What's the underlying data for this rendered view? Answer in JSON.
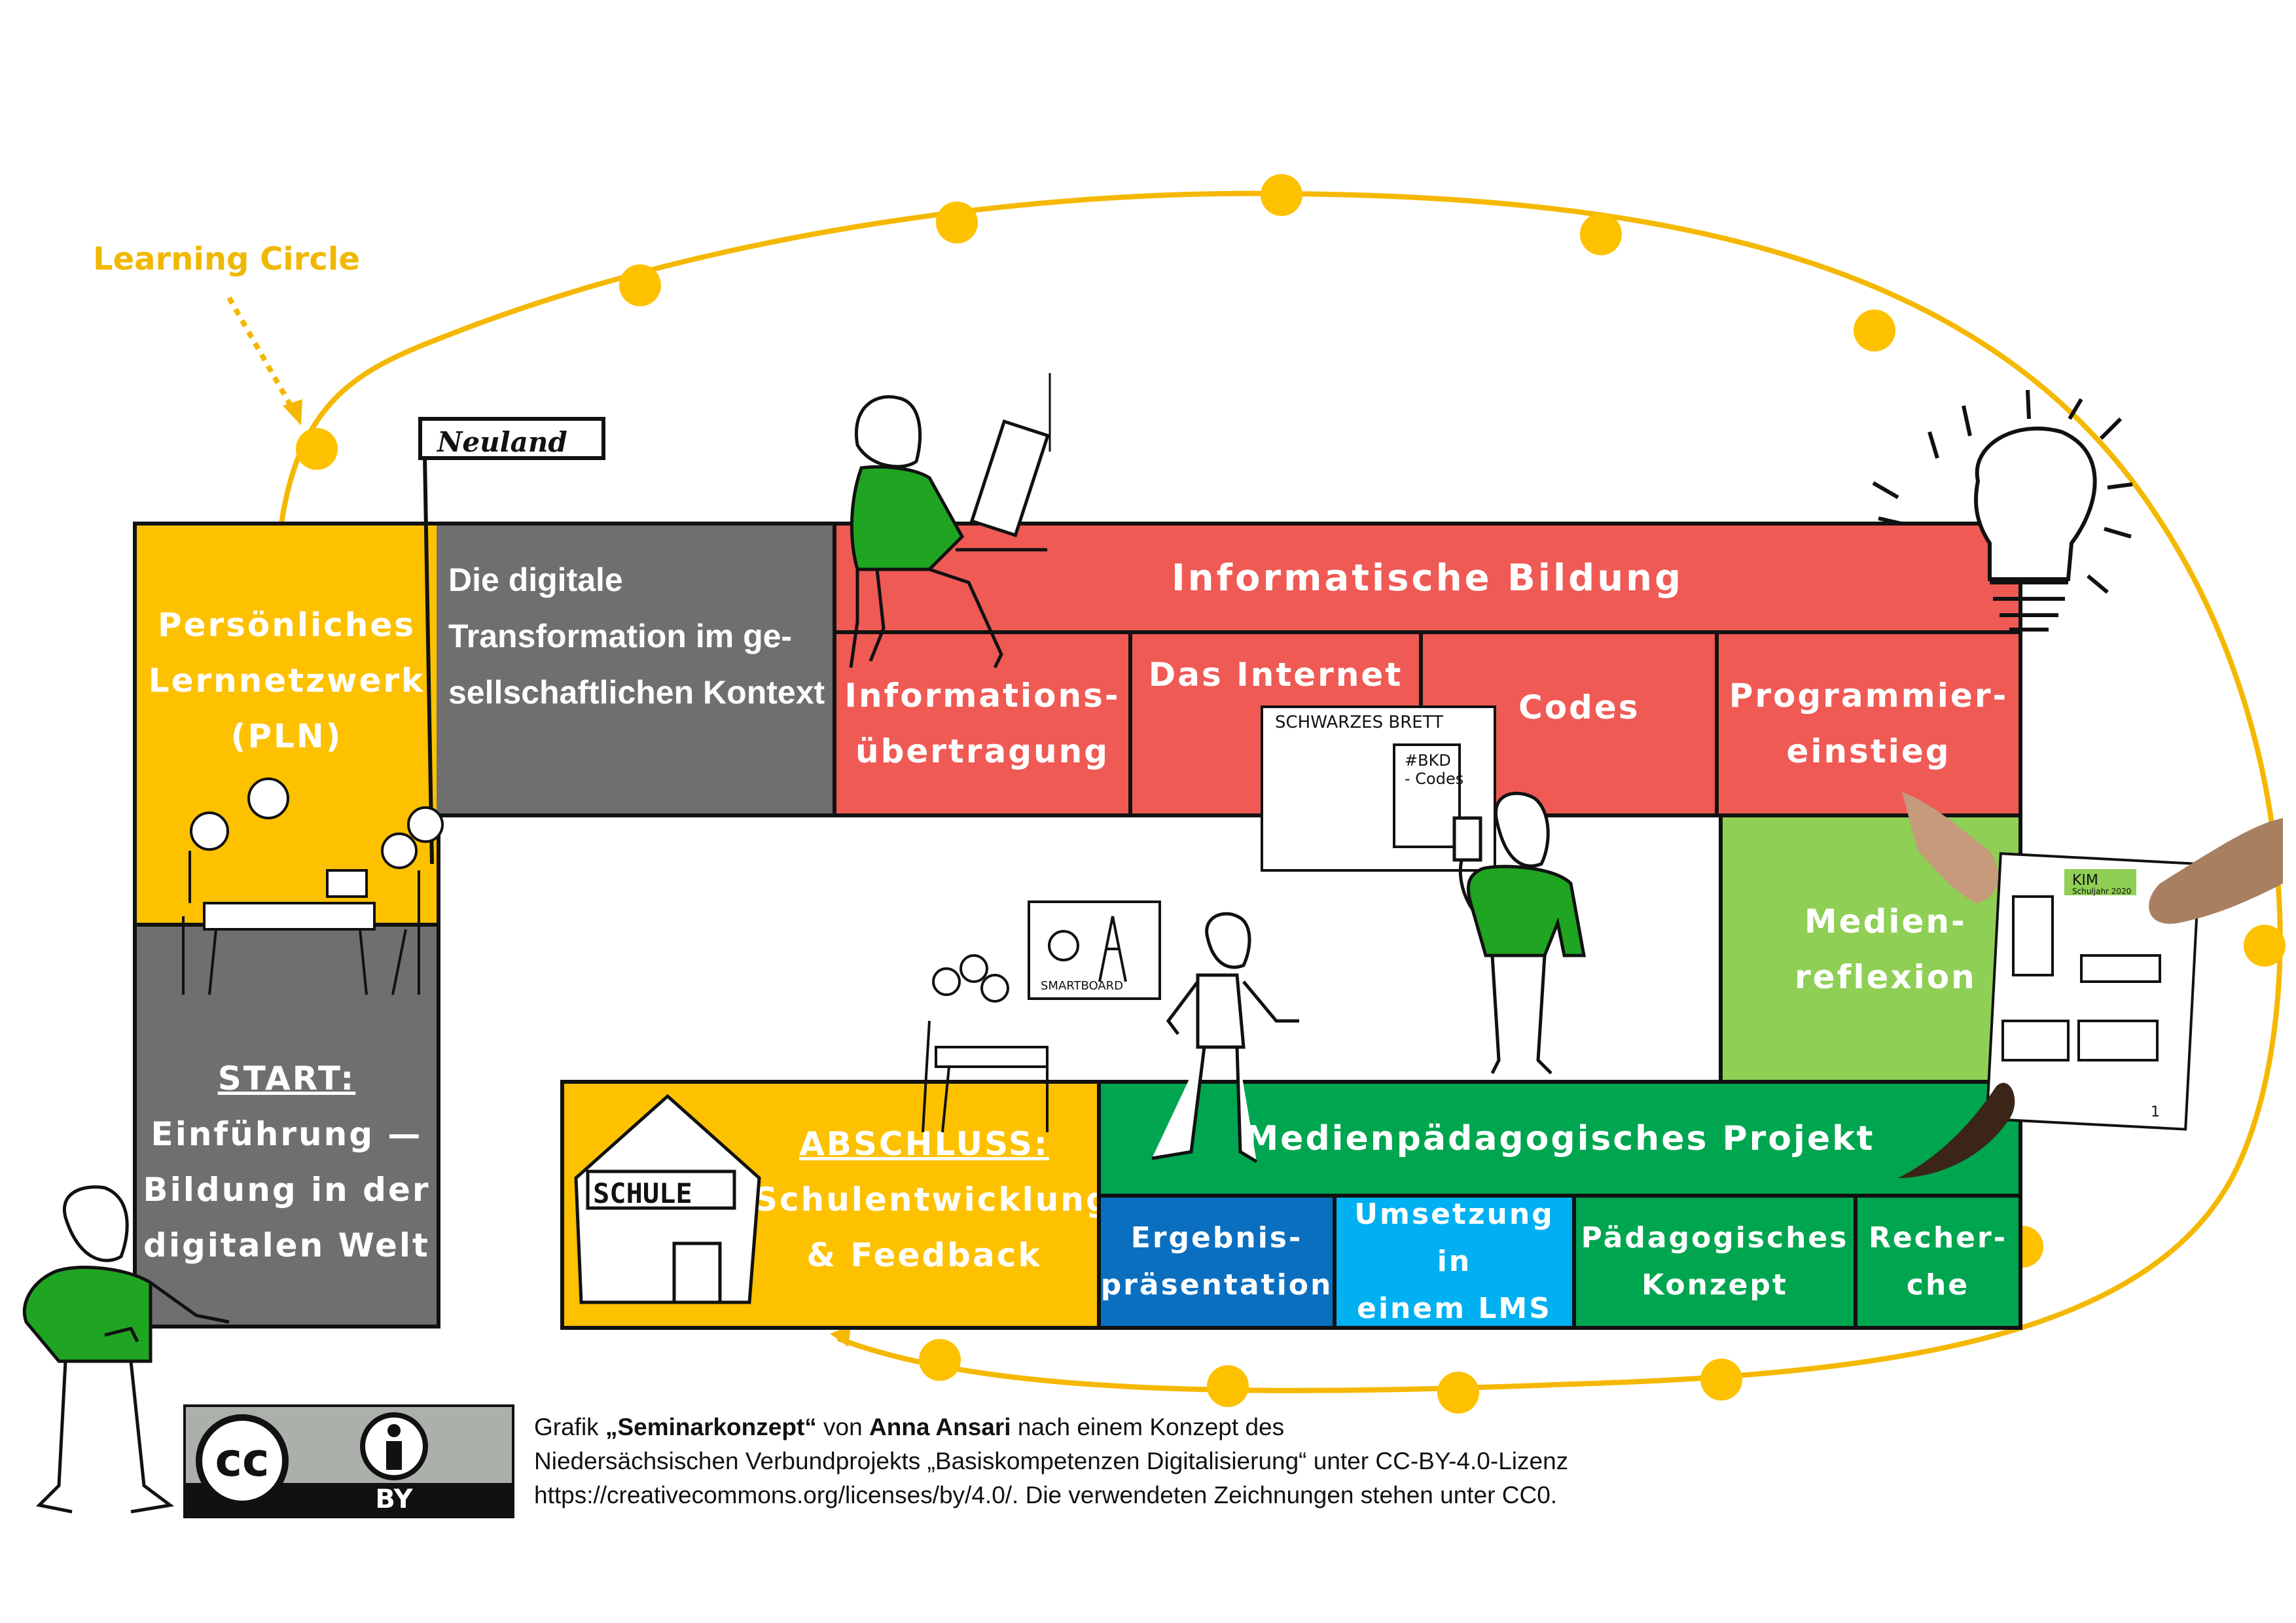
{
  "learning_circle": {
    "label": "Learning Circle",
    "color": "#f0b800"
  },
  "flag": {
    "label": "Neuland"
  },
  "blocks": {
    "pln": {
      "line1": "Persönliches",
      "line2": "Lernnetzwerk",
      "line3": "(PLN)"
    },
    "start": {
      "title": "START:",
      "line1": "Einführung —",
      "line2": "Bildung in der",
      "line3": "digitalen Welt"
    },
    "transformation": {
      "line1": "Die digitale",
      "line2": "Transformation im ge-",
      "line3": "sellschaftlichen Kontext"
    },
    "informatische": {
      "title": "Informatische Bildung"
    },
    "informations": {
      "line1": "Informations-",
      "line2": "übertragung"
    },
    "internet": {
      "title": "Das Internet"
    },
    "codes": {
      "title": "Codes"
    },
    "programmier": {
      "line1": "Programmier-",
      "line2": "einstieg"
    },
    "medienreflexion": {
      "line1": "Medien-",
      "line2": "reflexion"
    },
    "abschluss": {
      "title": "ABSCHLUSS:",
      "line1": "Schulentwicklung",
      "line2": "& Feedback"
    },
    "projekt": {
      "title": "Medienpädagogisches Projekt"
    },
    "ergebnis": {
      "line1": "Ergebnis-",
      "line2": "präsentation"
    },
    "umsetzung": {
      "line1": "Umsetzung in",
      "line2": "einem LMS"
    },
    "konzept": {
      "line1": "Pädagogisches",
      "line2": "Konzept"
    },
    "recherche": {
      "line1": "Recher-",
      "line2": "che"
    }
  },
  "sketch_labels": {
    "schule": "SCHULE",
    "schwarzes_brett": "SCHWARZES BRETT",
    "bkd_codes_1": "#BKD",
    "bkd_codes_2": "- Codes",
    "smartboard": "SMARTBOARD",
    "kim": "KIM",
    "kim_sub": "Schuljahr 2020",
    "page_number": "1"
  },
  "license": {
    "cc": "cc",
    "by": "BY"
  },
  "credit": {
    "prefix": "Grafik ",
    "title": "„Seminarkonzept“",
    "by": " von ",
    "author": "Anna Ansari",
    "rest1": " nach einem Konzept des",
    "line2": "Niedersächsischen Verbundprojekts „Basiskompetenzen Digitalisierung“ unter CC-BY-4.0-Lizenz",
    "line3": "https://creativecommons.org/licenses/by/4.0/. Die verwendeten Zeichnungen stehen unter CC0."
  },
  "colors": {
    "yellow": "#fdc100",
    "grey": "#6f6f6f",
    "red": "#ef5a55",
    "light_green": "#8fcf55",
    "green": "#00a550",
    "blue": "#0b6fc0",
    "light_blue": "#00b0f0",
    "figure_green": "#1fa522"
  }
}
